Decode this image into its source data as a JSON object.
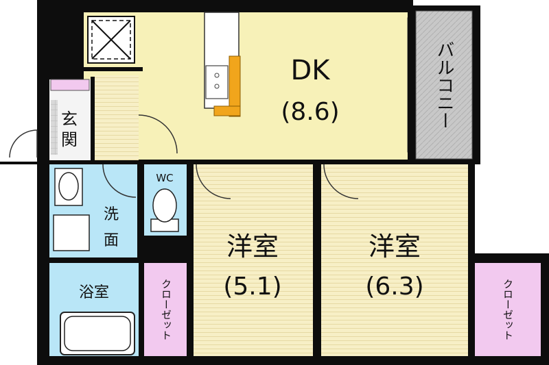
{
  "rooms": {
    "dk": {
      "name": "DK",
      "size": "(8.6)"
    },
    "western_left": {
      "name": "洋室",
      "size": "(5.1)"
    },
    "western_right": {
      "name": "洋室",
      "size": "(6.3)"
    },
    "balcony": {
      "name": "バルコニー"
    },
    "entrance": {
      "line1": "玄",
      "line2": "関"
    },
    "wc": {
      "name": "WC"
    },
    "washroom": {
      "line1": "洗",
      "line2": "面"
    },
    "bathroom": {
      "name": "浴室"
    },
    "closet_left": {
      "name": "クローゼット"
    },
    "closet_right": {
      "name": "クローゼット"
    }
  },
  "colors": {
    "wall": "#0d0d0d",
    "dk_floor": "#f7f1b8",
    "room_floor": "#f7efc6",
    "water_area": "#b9e6f7",
    "closet": "#f2c9ef",
    "balcony": "#c8c8c8",
    "counter": "#f1a51c"
  }
}
